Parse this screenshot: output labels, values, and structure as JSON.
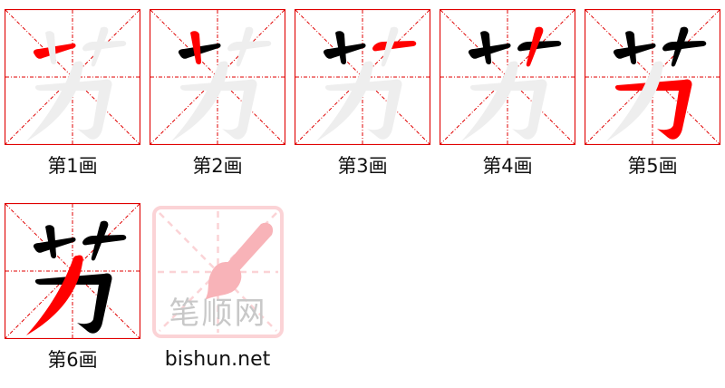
{
  "character": "芀",
  "colors": {
    "grid_border": "#e00000",
    "grid_guides": "#e00000",
    "active_stroke": "#ff0000",
    "done_stroke": "#000000",
    "ghost_stroke": "#eeeeee",
    "logo_pink": "#f8b3b8",
    "logo_text": "#c8c8c8"
  },
  "steps": [
    {
      "label": "第1画",
      "stroke": 1
    },
    {
      "label": "第2画",
      "stroke": 2
    },
    {
      "label": "第3画",
      "stroke": 3
    },
    {
      "label": "第4画",
      "stroke": 4
    },
    {
      "label": "第5画",
      "stroke": 5
    },
    {
      "label": "第6画",
      "stroke": 6
    }
  ],
  "logo": {
    "text": "笔顺网",
    "site": "bishun.net"
  }
}
